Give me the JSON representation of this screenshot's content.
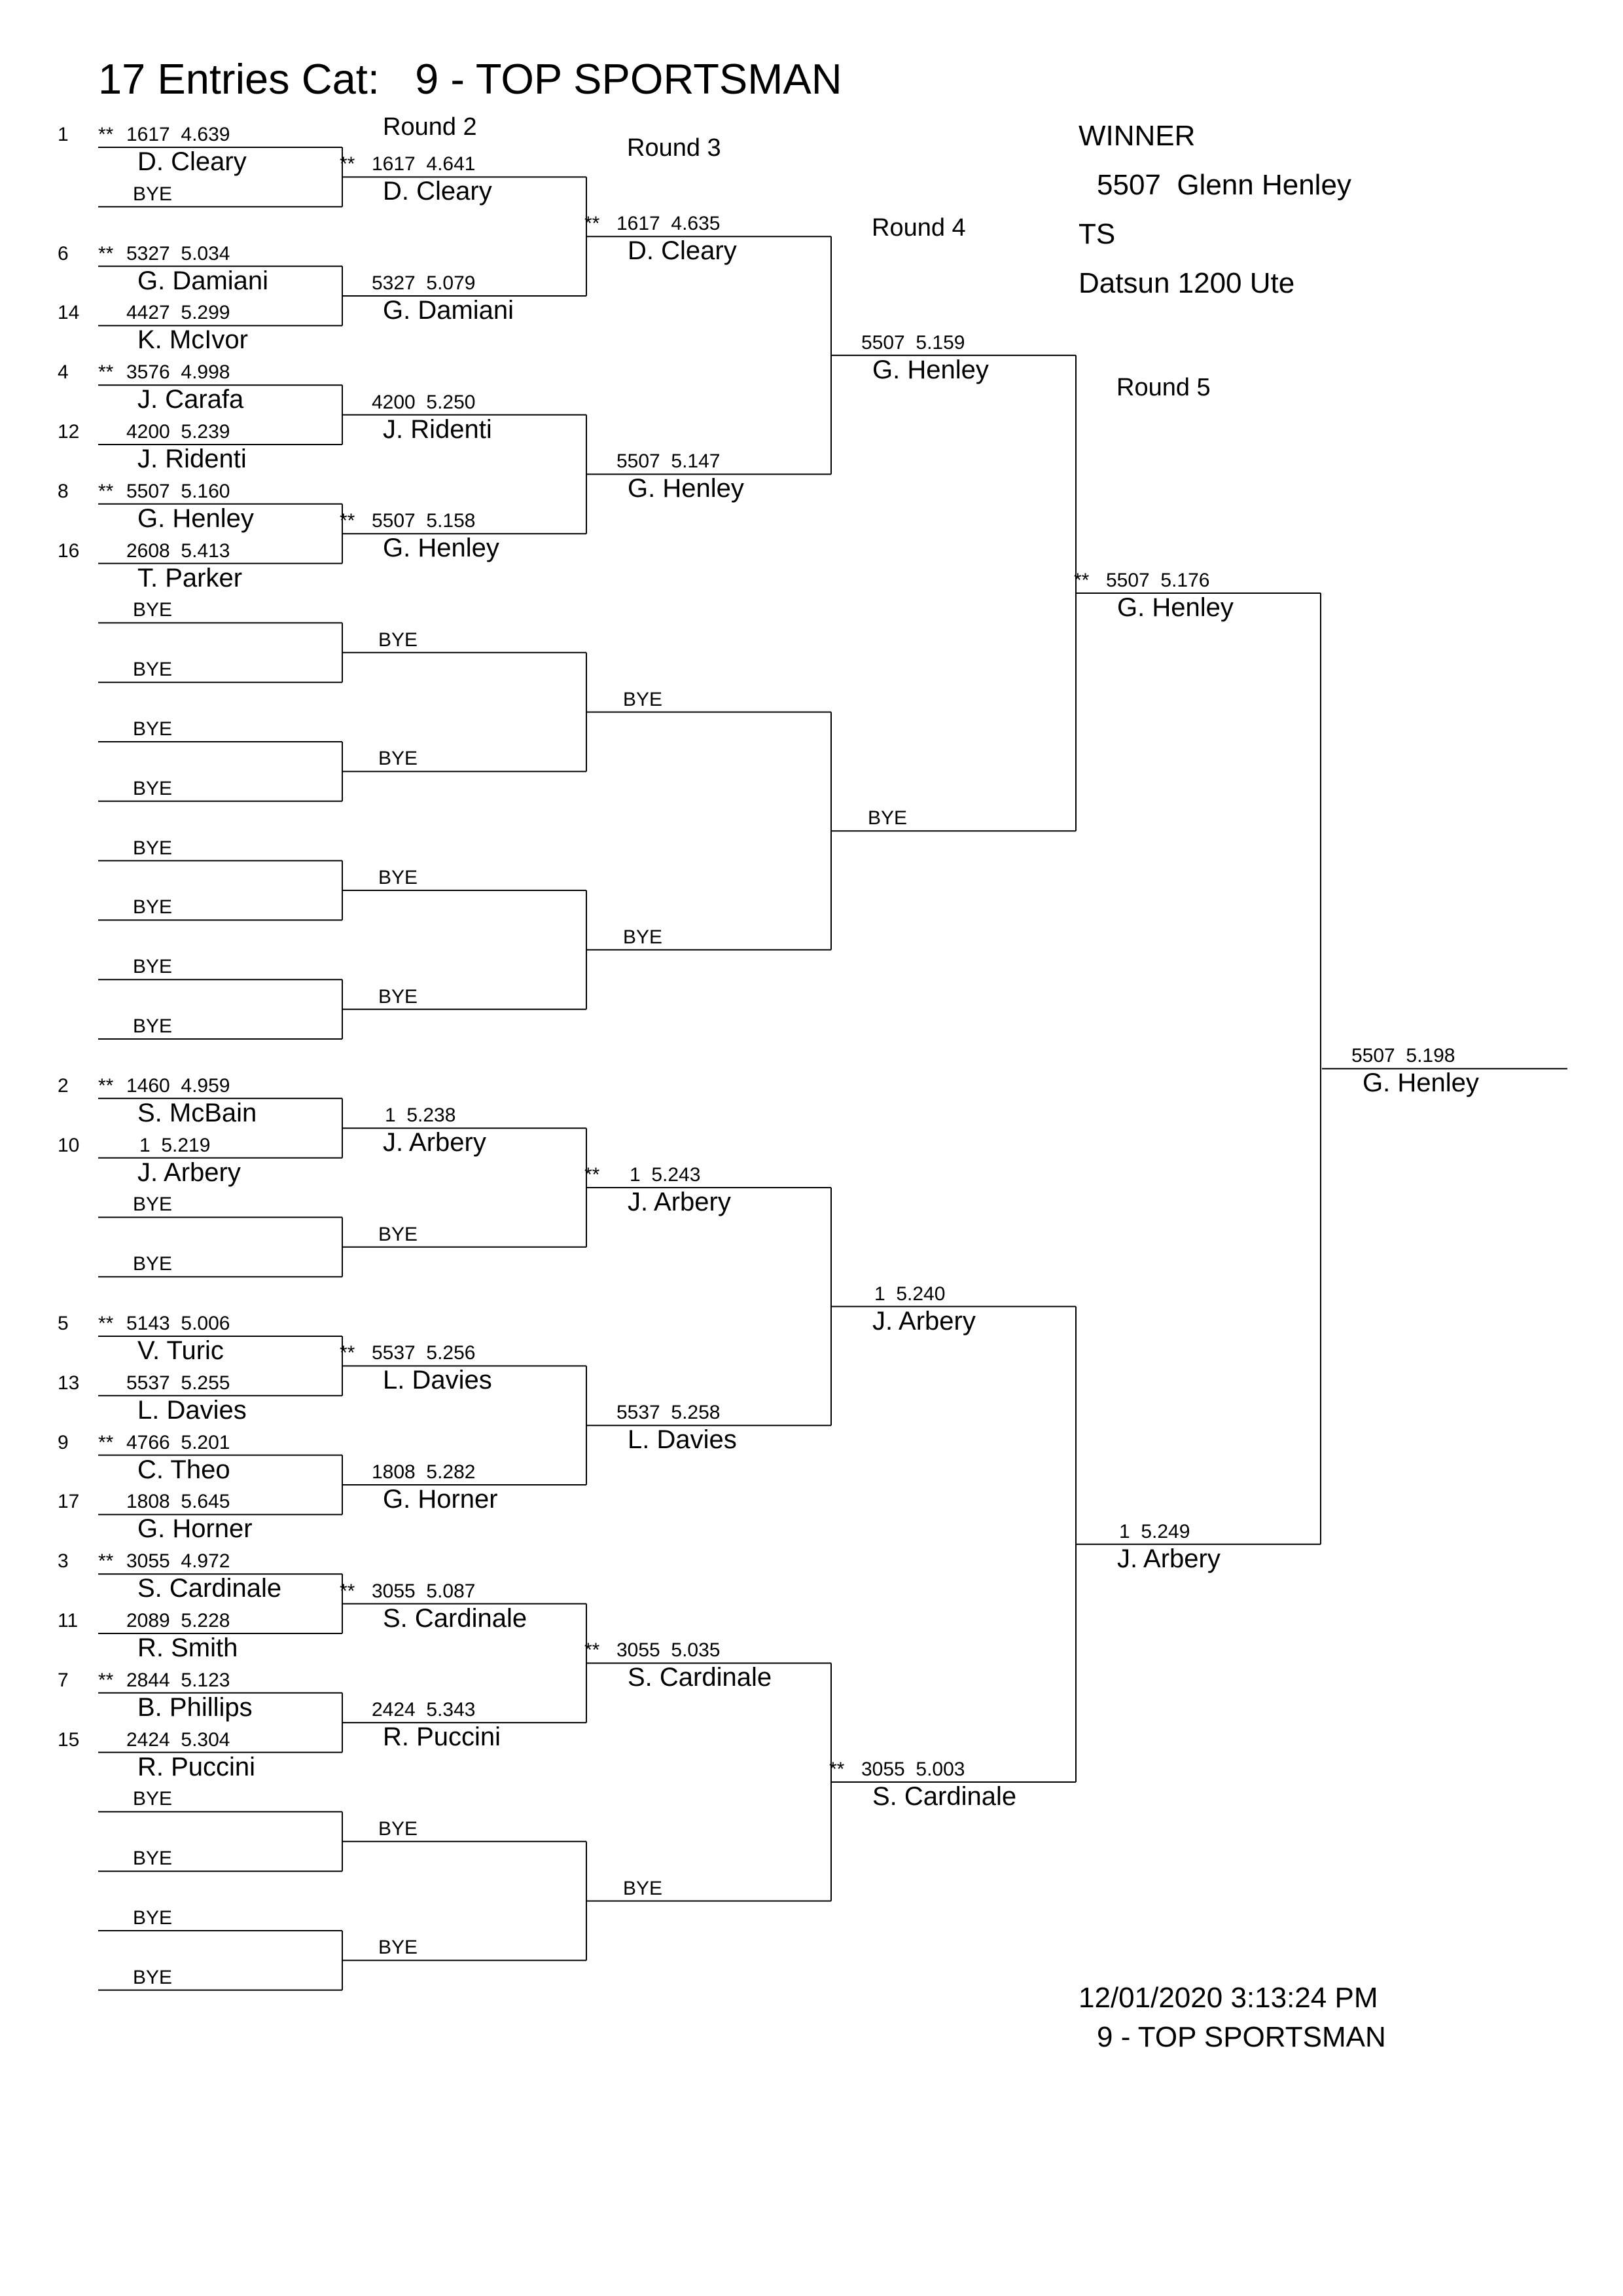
{
  "title": "17 Entries Cat:   9 - TOP SPORTSMAN",
  "round_labels": [
    "Round 2",
    "Round 3",
    "Round 4",
    "Round 5"
  ],
  "winner": {
    "heading": "WINNER",
    "entry": "5507  Glenn Henley",
    "class": "TS",
    "vehicle": "Datsun 1200 Ute"
  },
  "footer": {
    "datetime": "12/01/2020 3:13:24 PM",
    "category": "9 - TOP SPORTSMAN"
  },
  "bye_label": "BYE",
  "fastest_marker": "**",
  "rounds": [
    [
      {
        "seed": "1",
        "fast": true,
        "car": "1617",
        "et": "4.639",
        "name": "D. Cleary"
      },
      {
        "bye": true
      },
      {
        "seed": "6",
        "fast": true,
        "car": "5327",
        "et": "5.034",
        "name": "G. Damiani"
      },
      {
        "seed": "14",
        "fast": false,
        "car": "4427",
        "et": "5.299",
        "name": "K. McIvor"
      },
      {
        "seed": "4",
        "fast": true,
        "car": "3576",
        "et": "4.998",
        "name": "J. Carafa"
      },
      {
        "seed": "12",
        "fast": false,
        "car": "4200",
        "et": "5.239",
        "name": "J. Ridenti"
      },
      {
        "seed": "8",
        "fast": true,
        "car": "5507",
        "et": "5.160",
        "name": "G. Henley"
      },
      {
        "seed": "16",
        "fast": false,
        "car": "2608",
        "et": "5.413",
        "name": "T. Parker"
      },
      {
        "bye": true
      },
      {
        "bye": true
      },
      {
        "bye": true
      },
      {
        "bye": true
      },
      {
        "bye": true
      },
      {
        "bye": true
      },
      {
        "bye": true
      },
      {
        "bye": true
      },
      {
        "seed": "2",
        "fast": true,
        "car": "1460",
        "et": "4.959",
        "name": "S. McBain"
      },
      {
        "seed": "10",
        "fast": false,
        "car": "1",
        "et": "5.219",
        "name": "J. Arbery"
      },
      {
        "bye": true
      },
      {
        "bye": true
      },
      {
        "seed": "5",
        "fast": true,
        "car": "5143",
        "et": "5.006",
        "name": "V. Turic"
      },
      {
        "seed": "13",
        "fast": false,
        "car": "5537",
        "et": "5.255",
        "name": "L. Davies"
      },
      {
        "seed": "9",
        "fast": true,
        "car": "4766",
        "et": "5.201",
        "name": "C. Theo"
      },
      {
        "seed": "17",
        "fast": false,
        "car": "1808",
        "et": "5.645",
        "name": "G. Horner"
      },
      {
        "seed": "3",
        "fast": true,
        "car": "3055",
        "et": "4.972",
        "name": "S. Cardinale"
      },
      {
        "seed": "11",
        "fast": false,
        "car": "2089",
        "et": "5.228",
        "name": "R. Smith"
      },
      {
        "seed": "7",
        "fast": true,
        "car": "2844",
        "et": "5.123",
        "name": "B. Phillips"
      },
      {
        "seed": "15",
        "fast": false,
        "car": "2424",
        "et": "5.304",
        "name": "R. Puccini"
      },
      {
        "bye": true
      },
      {
        "bye": true
      },
      {
        "bye": true
      },
      {
        "bye": true
      }
    ],
    [
      {
        "fast": true,
        "car": "1617",
        "et": "4.641",
        "name": "D. Cleary"
      },
      {
        "fast": false,
        "car": "5327",
        "et": "5.079",
        "name": "G. Damiani"
      },
      {
        "fast": false,
        "car": "4200",
        "et": "5.250",
        "name": "J. Ridenti"
      },
      {
        "fast": true,
        "car": "5507",
        "et": "5.158",
        "name": "G. Henley"
      },
      {
        "bye": true
      },
      {
        "bye": true
      },
      {
        "bye": true
      },
      {
        "bye": true
      },
      {
        "fast": false,
        "car": "1",
        "et": "5.238",
        "name": "J. Arbery"
      },
      {
        "bye": true
      },
      {
        "fast": true,
        "car": "5537",
        "et": "5.256",
        "name": "L. Davies"
      },
      {
        "fast": false,
        "car": "1808",
        "et": "5.282",
        "name": "G. Horner"
      },
      {
        "fast": true,
        "car": "3055",
        "et": "5.087",
        "name": "S. Cardinale"
      },
      {
        "fast": false,
        "car": "2424",
        "et": "5.343",
        "name": "R. Puccini"
      },
      {
        "bye": true
      },
      {
        "bye": true
      }
    ],
    [
      {
        "fast": true,
        "car": "1617",
        "et": "4.635",
        "name": "D. Cleary"
      },
      {
        "fast": false,
        "car": "5507",
        "et": "5.147",
        "name": "G. Henley"
      },
      {
        "bye": true
      },
      {
        "bye": true
      },
      {
        "fast": true,
        "car": "1",
        "et": "5.243",
        "name": "J. Arbery"
      },
      {
        "fast": false,
        "car": "5537",
        "et": "5.258",
        "name": "L. Davies"
      },
      {
        "fast": true,
        "car": "3055",
        "et": "5.035",
        "name": "S. Cardinale"
      },
      {
        "bye": true
      }
    ],
    [
      {
        "fast": false,
        "car": "5507",
        "et": "5.159",
        "name": "G. Henley"
      },
      {
        "bye": true
      },
      {
        "fast": false,
        "car": "1",
        "et": "5.240",
        "name": "J. Arbery"
      },
      {
        "fast": true,
        "car": "3055",
        "et": "5.003",
        "name": "S. Cardinale"
      }
    ],
    [
      {
        "fast": true,
        "car": "5507",
        "et": "5.176",
        "name": "G. Henley"
      },
      {
        "fast": false,
        "car": "1",
        "et": "5.249",
        "name": "J. Arbery"
      }
    ],
    [
      {
        "fast": false,
        "car": "5507",
        "et": "5.198",
        "name": "G. Henley"
      }
    ]
  ]
}
